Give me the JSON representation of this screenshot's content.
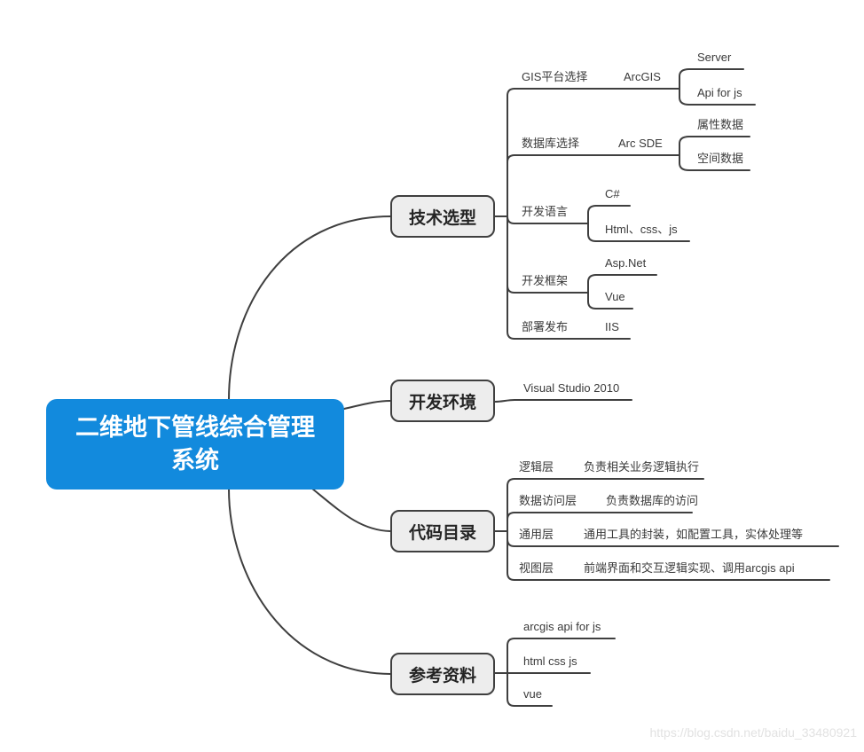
{
  "mindmap": {
    "root": {
      "label": "二维地下管线综合管理系统"
    },
    "tech": {
      "label": "技术选型",
      "gis": {
        "label": "GIS平台选择",
        "value": "ArcGIS",
        "server": "Server",
        "api": "Api for js"
      },
      "db": {
        "label": "数据库选择",
        "value": "Arc SDE",
        "attr": "属性数据",
        "spatial": "空间数据"
      },
      "lang": {
        "label": "开发语言",
        "csharp": "C#",
        "web": "Html、css、js"
      },
      "framework": {
        "label": "开发框架",
        "aspnet": "Asp.Net",
        "vue": "Vue"
      },
      "deploy": {
        "label": "部署发布",
        "value": "IIS"
      }
    },
    "env": {
      "label": "开发环境",
      "value": "Visual Studio 2010"
    },
    "code": {
      "label": "代码目录",
      "logic": {
        "label": "逻辑层",
        "desc": "负责相关业务逻辑执行"
      },
      "dataAccess": {
        "label": "数据访问层",
        "desc": "负责数据库的访问"
      },
      "common": {
        "label": "通用层",
        "desc": "通用工具的封装，如配置工具，实体处理等"
      },
      "view": {
        "label": "视图层",
        "desc": "前端界面和交互逻辑实现、调用arcgis api"
      }
    },
    "ref": {
      "label": "参考资料",
      "arcgisApi": "arcgis api for js",
      "htmlCssJs": "html css js",
      "vue": "vue"
    }
  },
  "watermark": "https://blog.csdn.net/baidu_33480921",
  "colors": {
    "root_fill": "#128add",
    "node_fill": "#ededed",
    "line": "#3f3f3f",
    "text": "#3a3a3a",
    "watermark": "#e2e2e2"
  }
}
